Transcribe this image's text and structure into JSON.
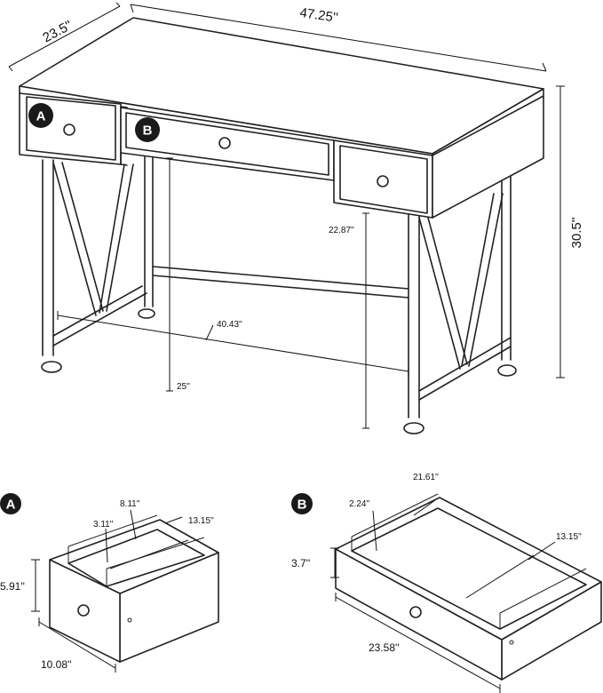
{
  "dimensions": {
    "depth": "23.5''",
    "width": "47.25''",
    "height": "30.5''",
    "inner_width": "40.43''",
    "drawer_clearance": "22.87''",
    "knee_height": "25''"
  },
  "badges": {
    "a": "A",
    "b": "B"
  },
  "drawer_a": {
    "badge": "A",
    "height": "5.91''",
    "width": "10.08''",
    "inner_depth": "8.11''",
    "inner_height": "3.11''",
    "inner_length": "13.15''"
  },
  "drawer_b": {
    "badge": "B",
    "height": "3.7''",
    "width": "23.58''",
    "inner_width": "21.61''",
    "inner_height": "2.24''",
    "inner_length": "13.15''"
  },
  "colors": {
    "line": "#222222",
    "badge": "#1a1a1a",
    "background": "#ffffff"
  }
}
